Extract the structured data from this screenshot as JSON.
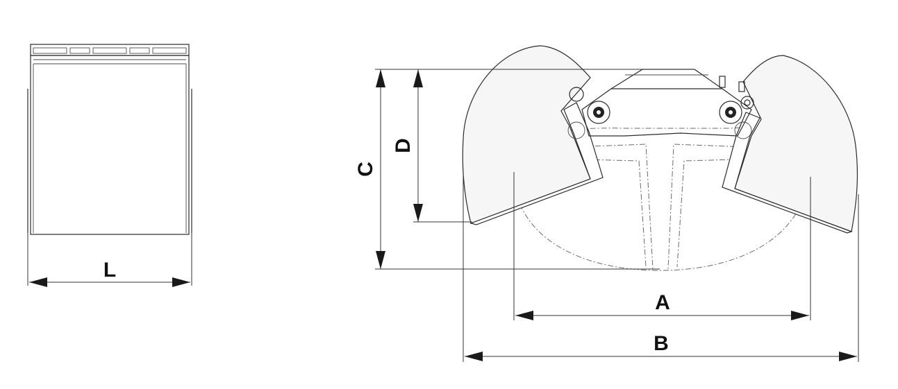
{
  "diagram": {
    "dimension_labels": {
      "L": "L",
      "A": "A",
      "B": "B",
      "C": "C",
      "D": "D"
    }
  }
}
